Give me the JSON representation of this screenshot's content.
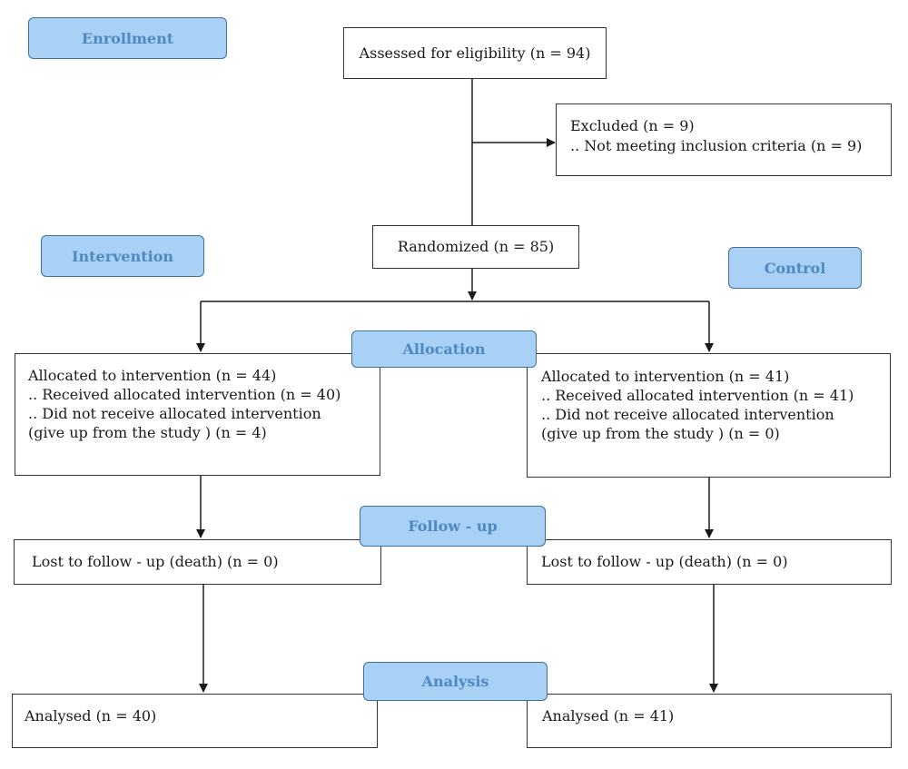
{
  "stage_labels": {
    "enrollment": "Enrollment",
    "intervention": "Intervention",
    "control": "Control",
    "allocation": "Allocation",
    "follow_up": "Follow - up",
    "analysis": "Analysis"
  },
  "assessed": "Assessed for eligibility (n = 94)",
  "excluded": {
    "title": "Excluded (n = 9)",
    "reason": ".. Not meeting inclusion criteria (n = 9)"
  },
  "randomized": "Randomized (n = 85)",
  "allocation": {
    "left": {
      "line1": "Allocated to intervention (n = 44)",
      "line2": ".. Received allocated intervention (n = 40)",
      "line3": ".. Did not receive allocated intervention",
      "line4": "(give up from the study ) (n = 4)"
    },
    "right": {
      "line1": "Allocated to intervention (n = 41)",
      "line2": ".. Received allocated intervention (n = 41)",
      "line3": ".. Did not receive allocated intervention",
      "line4": "(give up from the study ) (n = 0)"
    }
  },
  "follow_up": {
    "left": "Lost to follow - up (death) (n = 0)",
    "right": "Lost to follow - up (death) (n = 0)"
  },
  "analysis": {
    "left": "Analysed (n = 40)",
    "right": "Analysed (n = 41)"
  },
  "colors": {
    "label_fill": "#a9d0f5",
    "label_text": "#4f89c0",
    "label_border": "#3f6f9a",
    "line": "#1a1a1a"
  }
}
